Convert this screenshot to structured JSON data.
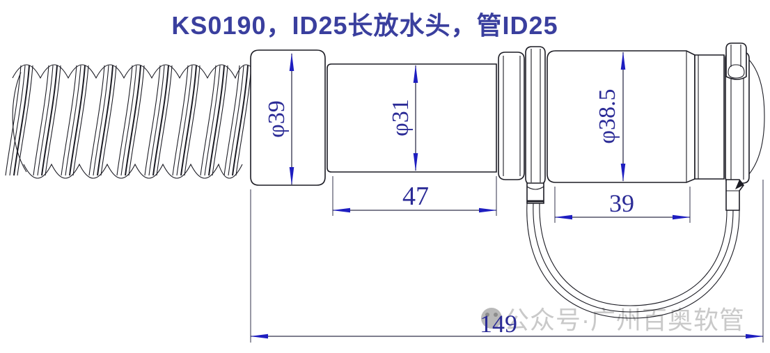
{
  "title": "KS0190，ID25长放水头，管ID25",
  "part": {
    "model": "KS0190",
    "name": "ID25长放水头",
    "hose_spec": "管ID25"
  },
  "dimensions": {
    "hose_collar_diameter": "φ39",
    "middle_section_diameter": "φ31",
    "body_diameter": "φ38.5",
    "middle_section_length": "47",
    "body_length": "39",
    "overall_length": "149"
  },
  "watermark": {
    "logo": "wechat-official-account-icon",
    "text": "公众号·广州百奥软管"
  },
  "colors": {
    "title_text": "#3a3f9e",
    "dimension_text": "#2b2b96",
    "arrow": "#1e1ec0",
    "drawing_line": "#1c1c24",
    "watermark_gray": "#c9c9c9",
    "background": "#ffffff"
  }
}
